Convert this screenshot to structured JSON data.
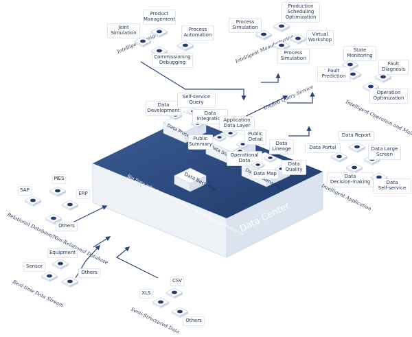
{
  "center": {
    "title": "Data Center",
    "infrastructure": "Big Data Infrastructure (Computing and Storage Platform)",
    "backend": "Data Back-end"
  },
  "platform_blocks": {
    "processing": "Data Processing",
    "storage": "Data Storage",
    "governance": "Data Governance"
  },
  "platform_items": {
    "development": "Data Development",
    "self_service_query": "Self-service Query",
    "integration": "Data Integration",
    "application_layer": "Application Data Layer",
    "public_summary": "Public Summary",
    "public_detail": "Public Detail",
    "operational_data": "Operational Data",
    "data_lineage": "Data Lineage",
    "data_map": "Data Map",
    "data_quality": "Data Quality"
  },
  "lanes": {
    "intelligent_design": "Intelligent Design",
    "intelligent_manufacturing": "Intelligent Manufacturing",
    "unified_query": "Unified Query Service",
    "intelligent_operation": "Intelligent Operation and Maintenance",
    "intelligent_application": "Intelligent Application",
    "relational_db": "Relational Database/Non-Relational Database",
    "realtime_stream": "Real-time Data Stream",
    "semi_structured": "Semi-Structured Data"
  },
  "design_items": {
    "product_management": "Product Management",
    "joint_simulation": "Joint Simulation",
    "process_automation": "Process Automation",
    "commissioning": "Commissioning Debugging"
  },
  "manufacturing_items": {
    "production_scheduling": "Production Scheduling Optimization",
    "process_simulation_a": "Process Simulation",
    "virtual_workshop": "Virtual Workshop",
    "process_simulation_b": "Process Simulation"
  },
  "operation_items": {
    "state_monitoring": "State Monitoring",
    "fault_prediction": "Fault Prediction",
    "fault_diagnosis": "Fault Diagnosis",
    "operation_optimization": "Operation Optimization"
  },
  "application_items": {
    "data_report": "Data Report",
    "data_portal": "Data Portal",
    "data_large_screen": "Data Large Screen",
    "data_decision": "Data Decision-making",
    "data_self_service": "Data Self-service"
  },
  "source_db": {
    "mes": "MES",
    "sap": "SAP",
    "erp": "ERP",
    "others": "Others"
  },
  "source_stream": {
    "equipment": "Equipment",
    "sensor": "Sensor",
    "others": "Others"
  },
  "source_semi": {
    "csv": "CSV",
    "xls": "XLS",
    "others": "Others"
  },
  "colors": {
    "center_top": "#2d4c80",
    "center_side": "#e4ebf3",
    "accent": "#233a73"
  }
}
